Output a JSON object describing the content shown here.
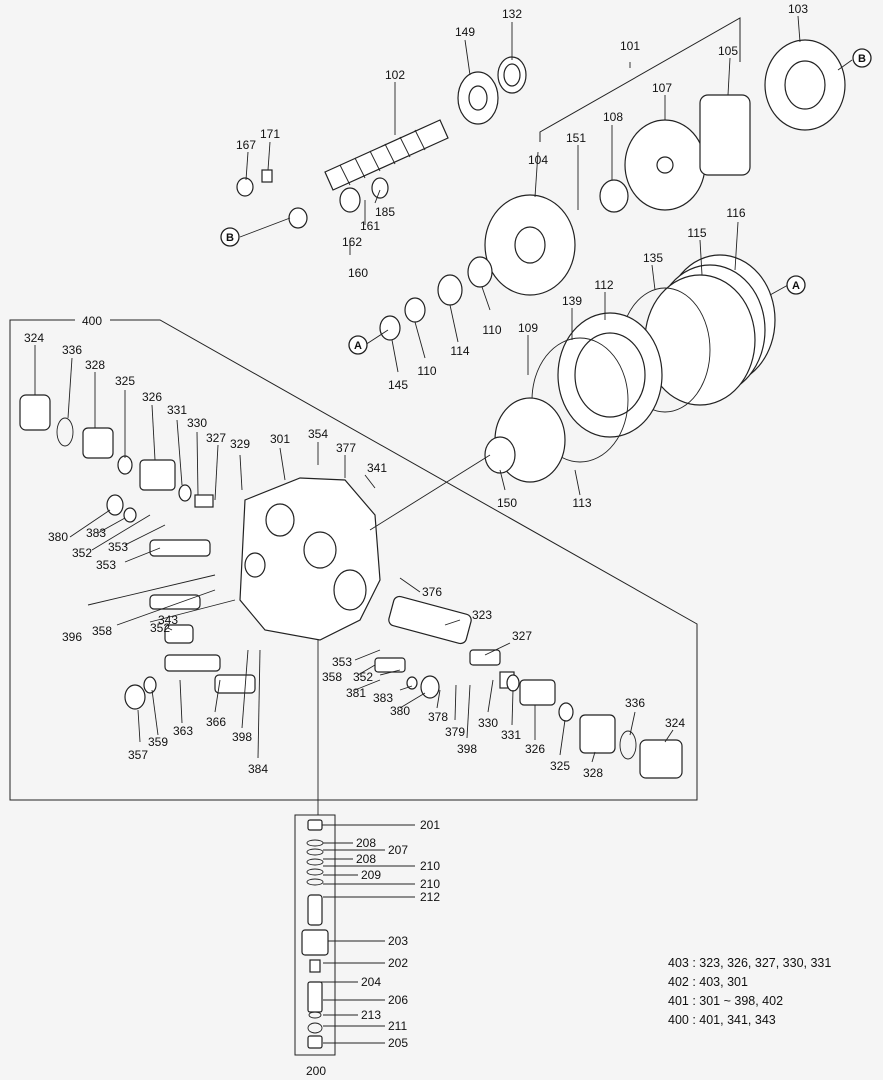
{
  "labels": {
    "l101": "101",
    "l102": "102",
    "l103": "103",
    "l104": "104",
    "l105": "105",
    "l107": "107",
    "l108": "108",
    "l109": "109",
    "l110a": "110",
    "l110b": "110",
    "l112": "112",
    "l113": "113",
    "l114": "114",
    "l115": "115",
    "l116": "116",
    "l132": "132",
    "l135": "135",
    "l139": "139",
    "l145": "145",
    "l149": "149",
    "l150": "150",
    "l151": "151",
    "l160": "160",
    "l161": "161",
    "l162": "162",
    "l167": "167",
    "l171": "171",
    "l185": "185",
    "l200": "200",
    "l201": "201",
    "l202": "202",
    "l203": "203",
    "l204": "204",
    "l205": "205",
    "l206": "206",
    "l207": "207",
    "l208a": "208",
    "l208b": "208",
    "l209": "209",
    "l210a": "210",
    "l210b": "210",
    "l211": "211",
    "l212": "212",
    "l213": "213",
    "l301": "301",
    "l323": "323",
    "l324a": "324",
    "l324b": "324",
    "l325a": "325",
    "l325b": "325",
    "l326a": "326",
    "l326b": "326",
    "l327a": "327",
    "l327b": "327",
    "l328a": "328",
    "l328b": "328",
    "l329": "329",
    "l330a": "330",
    "l330b": "330",
    "l331a": "331",
    "l331b": "331",
    "l336a": "336",
    "l336b": "336",
    "l341": "341",
    "l343": "343",
    "l352a": "352",
    "l352b": "352",
    "l352c": "352",
    "l353a": "353",
    "l353b": "353",
    "l353c": "353",
    "l354": "354",
    "l357": "357",
    "l358a": "358",
    "l358b": "358",
    "l359": "359",
    "l363": "363",
    "l366": "366",
    "l376": "376",
    "l377": "377",
    "l378": "378",
    "l379": "379",
    "l380a": "380",
    "l380b": "380",
    "l381": "381",
    "l383a": "383",
    "l383b": "383",
    "l384": "384",
    "l396": "396",
    "l398a": "398",
    "l398b": "398",
    "l400": "400"
  },
  "callouts": {
    "a1": "A",
    "a2": "A",
    "b1": "B",
    "b2": "B"
  },
  "legend": [
    "403 : 323, 326, 327, 330, 331",
    "402 : 403, 301",
    "401 : 301 ~ 398, 402",
    "400 : 401, 341, 343"
  ]
}
